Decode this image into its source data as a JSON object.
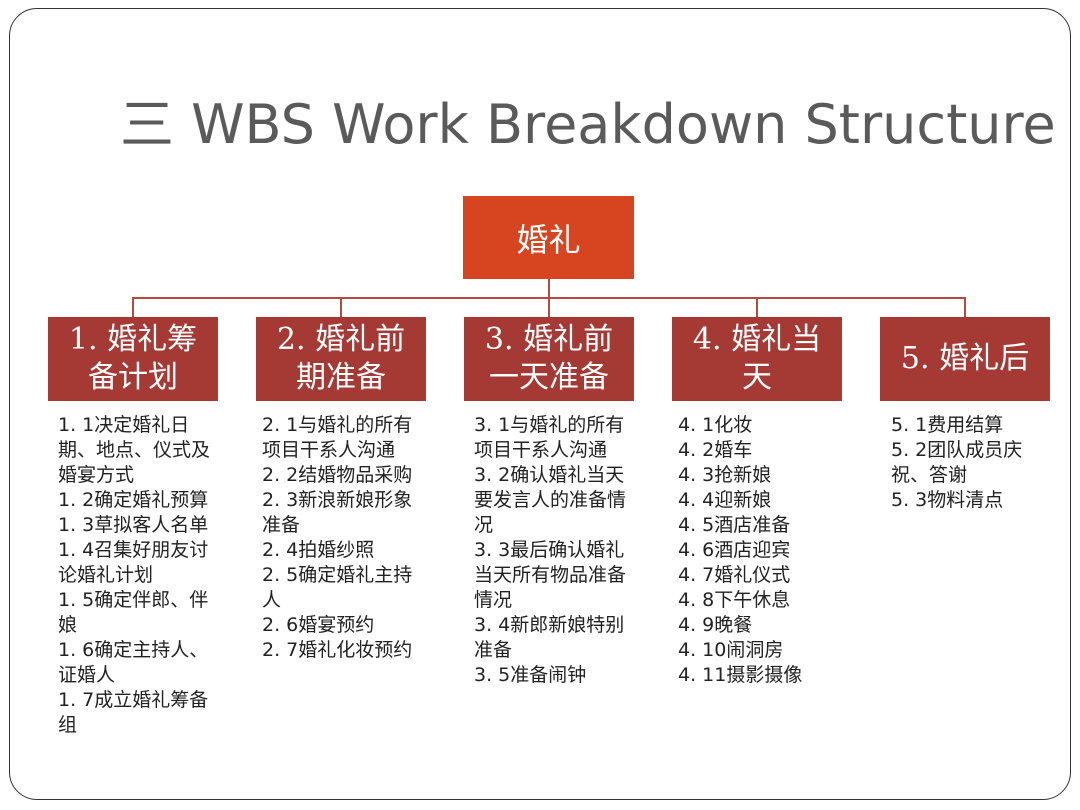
{
  "title": "三 WBS Work Breakdown Structure",
  "root": {
    "label": "婚礼"
  },
  "phases": [
    {
      "label": "1. 婚礼筹备计划",
      "tasks": [
        "1. 1决定婚礼日期、地点、仪式及婚宴方式",
        "1. 2确定婚礼预算",
        "1. 3草拟客人名单",
        "1. 4召集好朋友讨论婚礼计划",
        "1. 5确定伴郎、伴娘",
        "1. 6确定主持人、证婚人",
        "1. 7成立婚礼筹备组"
      ]
    },
    {
      "label": "2. 婚礼前期准备",
      "tasks": [
        "2. 1与婚礼的所有项目干系人沟通",
        "2. 2结婚物品采购",
        "2. 3新浪新娘形象准备",
        "2. 4拍婚纱照",
        "2. 5确定婚礼主持人",
        "2. 6婚宴预约",
        "2. 7婚礼化妆预约"
      ]
    },
    {
      "label": "3. 婚礼前一天准备",
      "tasks": [
        "3. 1与婚礼的所有项目干系人沟通",
        "3. 2确认婚礼当天要发言人的准备情况",
        "3. 3最后确认婚礼当天所有物品准备情况",
        "3. 4新郎新娘特别准备",
        "3. 5准备闹钟"
      ]
    },
    {
      "label": "4. 婚礼当天",
      "tasks": [
        "4. 1化妆",
        "4. 2婚车",
        "4. 3抢新娘",
        "4. 4迎新娘",
        "4. 5酒店准备",
        "4. 6酒店迎宾",
        "4. 7婚礼仪式",
        "4. 8下午休息",
        "4. 9晚餐",
        "4. 10闹洞房",
        "4. 11摄影摄像"
      ]
    },
    {
      "label": "5. 婚礼后",
      "tasks": [
        "5. 1费用结算",
        "5. 2团队成员庆祝、答谢",
        "5. 3物料清点"
      ]
    }
  ],
  "colors": {
    "root": "#d6451f",
    "phase": "#a53a35",
    "connector": "#b64a3f",
    "title": "#5a5a5a"
  }
}
